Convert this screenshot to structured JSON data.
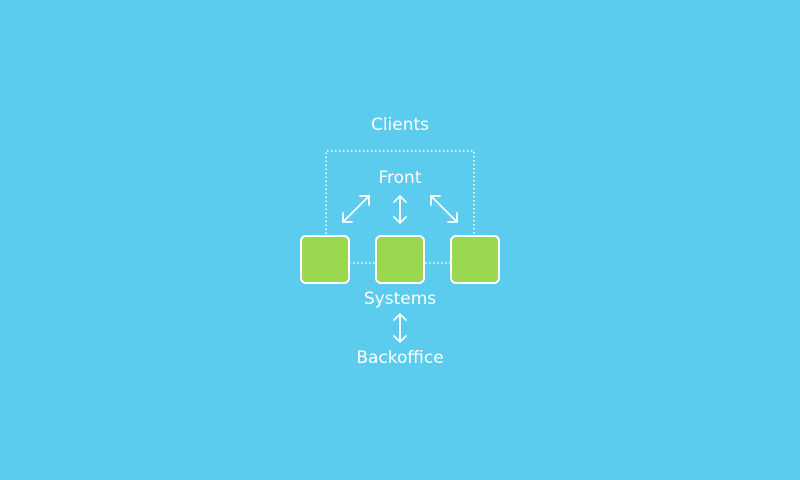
{
  "labels": {
    "clients": "Clients",
    "front": "Front",
    "systems": "Systems",
    "backoffice": "Backoffice"
  },
  "colors": {
    "background": "#5bcbee",
    "line": "#ffffff",
    "box_fill": "#9ad84f",
    "box_stroke": "#ffffff",
    "text": "#ffffff"
  },
  "nodes": [
    {
      "id": "system-1"
    },
    {
      "id": "system-2"
    },
    {
      "id": "system-3"
    }
  ]
}
